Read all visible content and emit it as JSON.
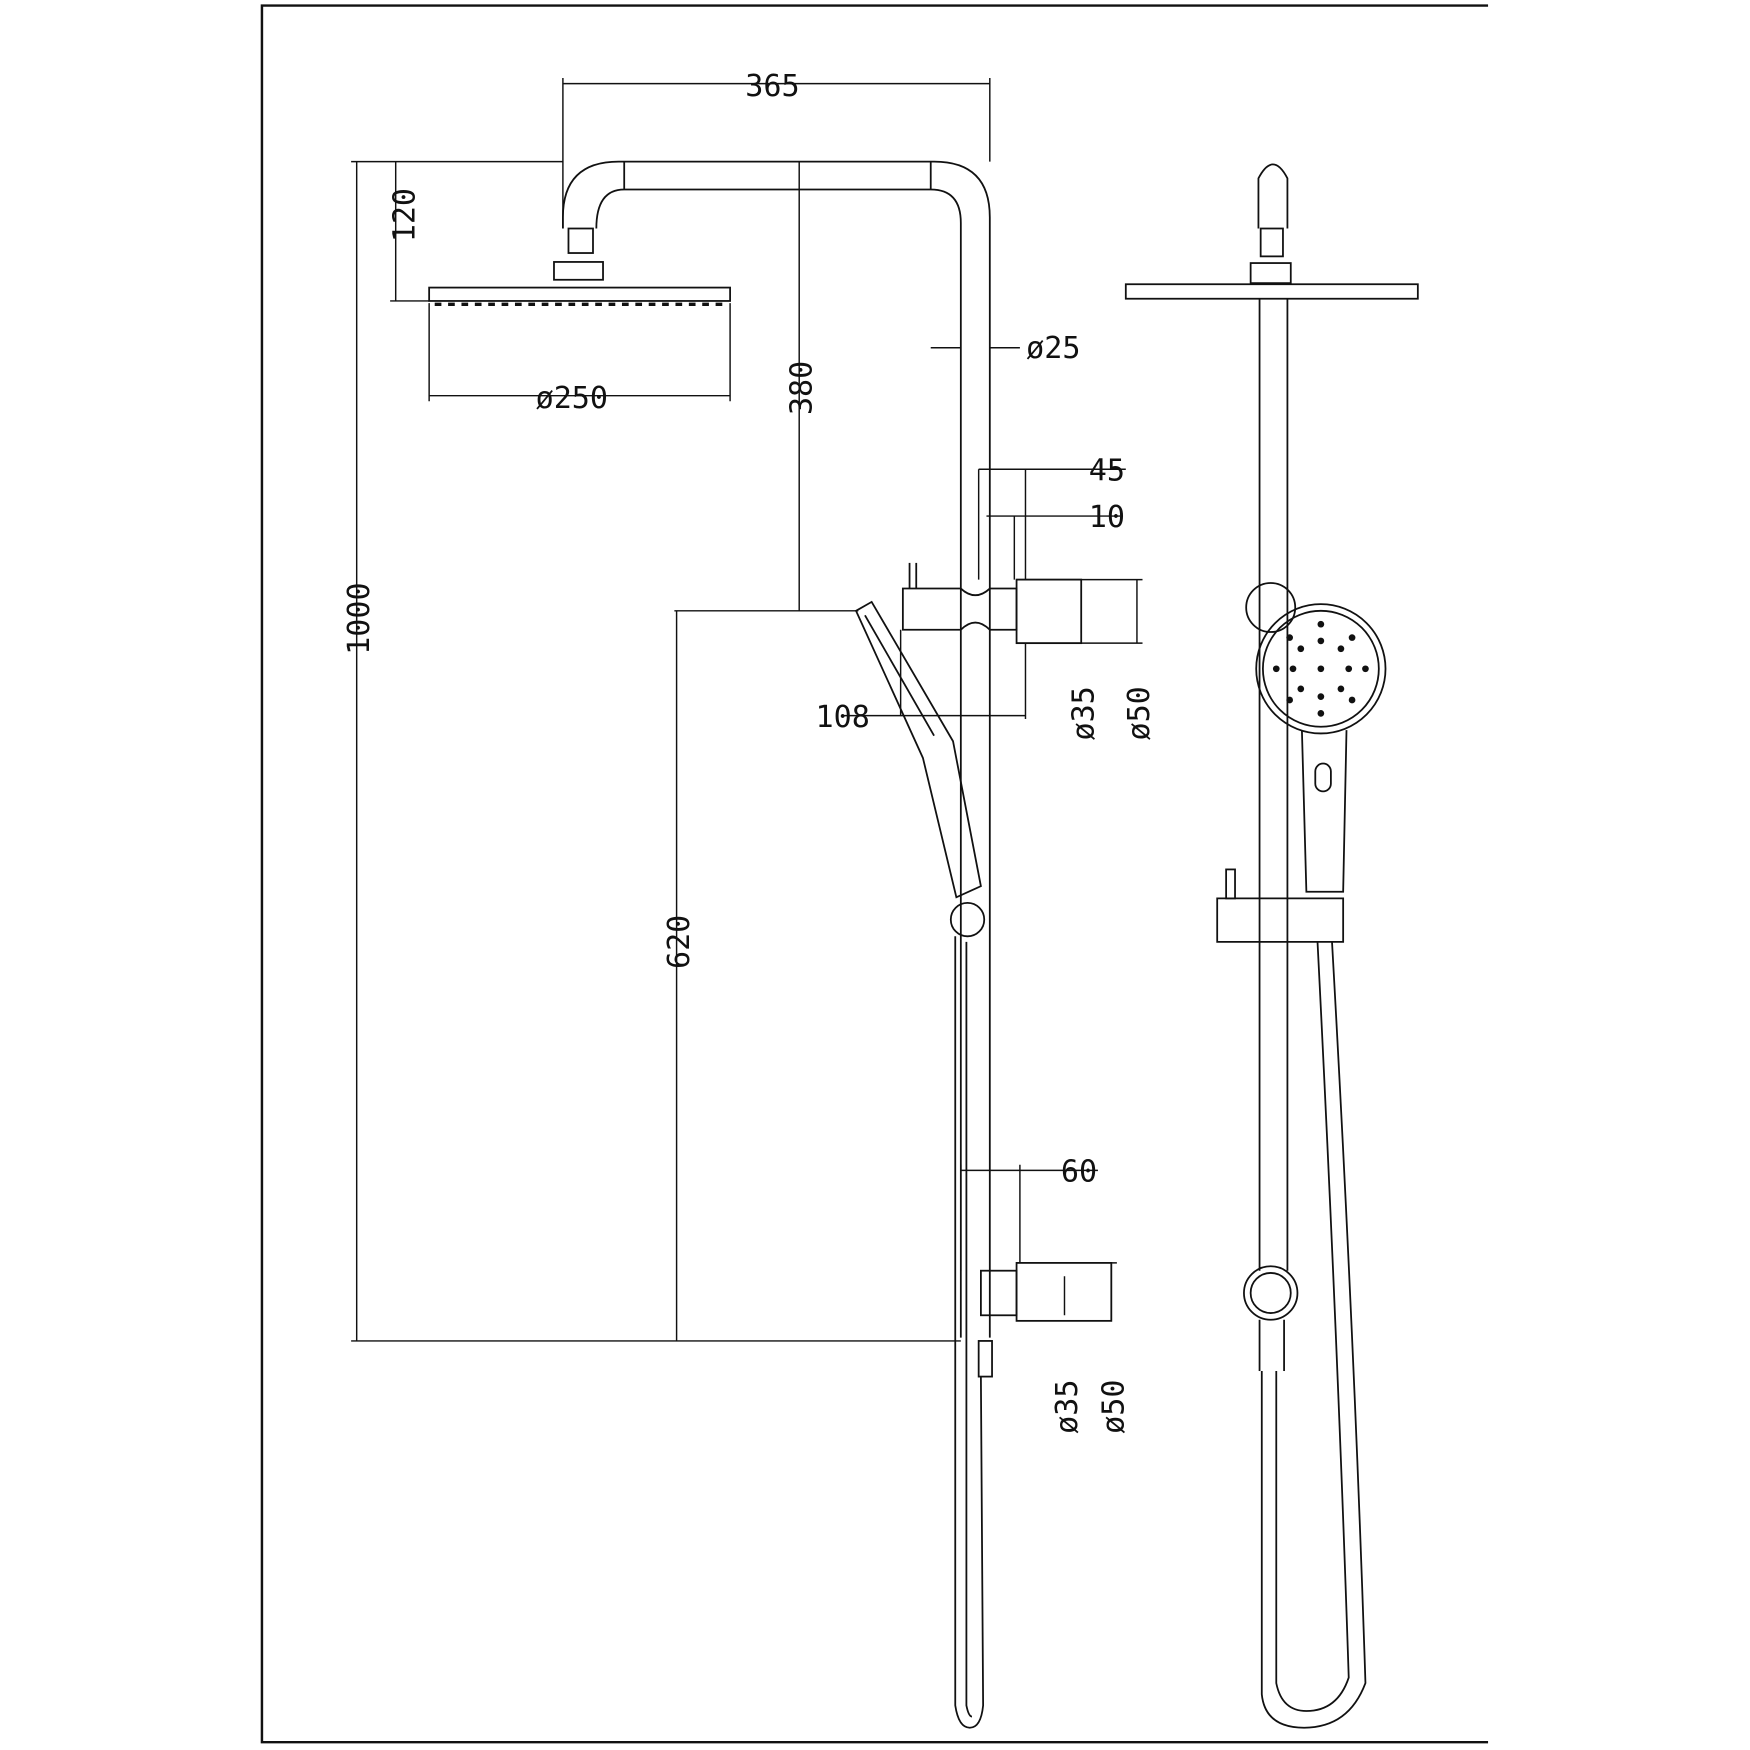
{
  "drawing": {
    "title": "Shower rail set dimension drawing",
    "line_color": "#111111",
    "background": "#ffffff"
  },
  "dimensions": {
    "arm_reach": "365",
    "arm_height": "120",
    "head_diameter": "ø250",
    "riser_diameter": "ø25",
    "arm_to_slider": "380",
    "total_height": "1000",
    "slider_height": "620",
    "slider_projection": "45",
    "slider_offset": "10",
    "handshower_width": "108",
    "top_bracket_inner": "ø35",
    "top_bracket_outer": "ø50",
    "bottom_projection": "60",
    "bottom_bracket_inner": "ø35",
    "bottom_bracket_outer": "ø50"
  }
}
